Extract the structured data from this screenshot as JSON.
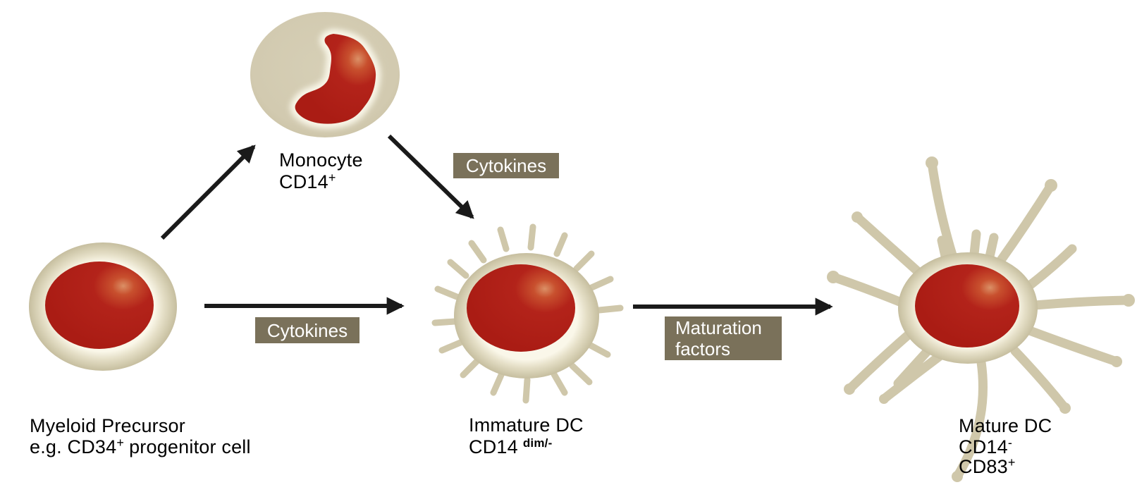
{
  "cells": {
    "myeloid_precursor": {
      "label_line1": "Myeloid Precursor",
      "label_line2_base": "e.g. CD34",
      "label_line2_sup": "+",
      "label_line2_rest": "progenitor cell"
    },
    "monocyte": {
      "name": "Monocyte",
      "marker_base": "CD14",
      "marker_sup": "+"
    },
    "immature_dc": {
      "name": "Immature DC",
      "marker_base": "CD14",
      "marker_sup": "dim/-"
    },
    "mature_dc": {
      "name": "Mature DC",
      "marker1_base": "CD14",
      "marker1_sup": "-",
      "marker2_base": "CD83",
      "marker2_sup": "+"
    }
  },
  "process_labels": {
    "cytokines_upper": "Cytokines",
    "cytokines_lower": "Cytokines",
    "maturation_line1": "Maturation",
    "maturation_line2": "factors"
  },
  "colors": {
    "cell_body": "#cfc7aa",
    "cell_glow": "#f8f5e7",
    "nucleus": "#b01f17",
    "nucleus_highlight": "#d98a5e",
    "label_box_bg": "#7a715a",
    "label_box_text": "#ffffff",
    "arrow": "#1a1a1a",
    "text": "#000000"
  }
}
